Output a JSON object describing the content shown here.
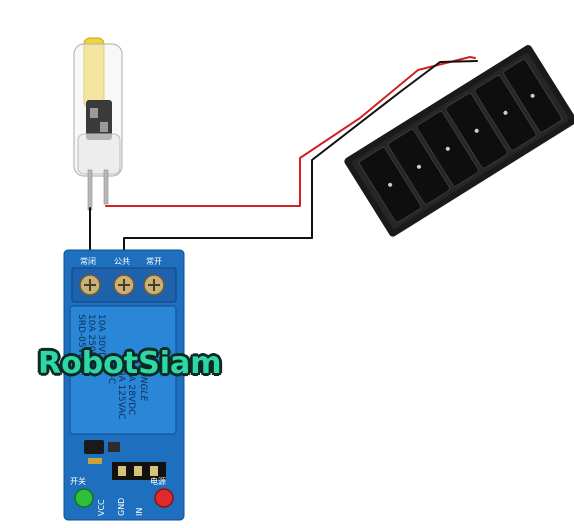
{
  "watermark": {
    "text": "RobotSiam"
  },
  "relay": {
    "top_label_1": "常闭",
    "top_label_2": "公共",
    "top_label_3": "常开",
    "rating_1": "10A 250VAC",
    "rating_2": "10A 30VDC",
    "rating_3": "10A 125VAC",
    "rating_4": "10A 28VDC",
    "model_1": "SRD-05VDC",
    "model_2": "SL-C",
    "brand": "SONGLE",
    "pin_vcc": "VCC",
    "pin_gnd": "GND",
    "pin_in": "IN",
    "label_switch": "开关",
    "label_power": "电源"
  },
  "colors": {
    "board": "#1f6fbf",
    "relay_body": "#2a86d6",
    "wire_black": "#111111",
    "wire_red": "#d42020",
    "battery_case": "#1a1a1a",
    "led_green": "#2fbf3a",
    "led_red": "#e02b2b",
    "watermark": "#2fd6a8"
  }
}
